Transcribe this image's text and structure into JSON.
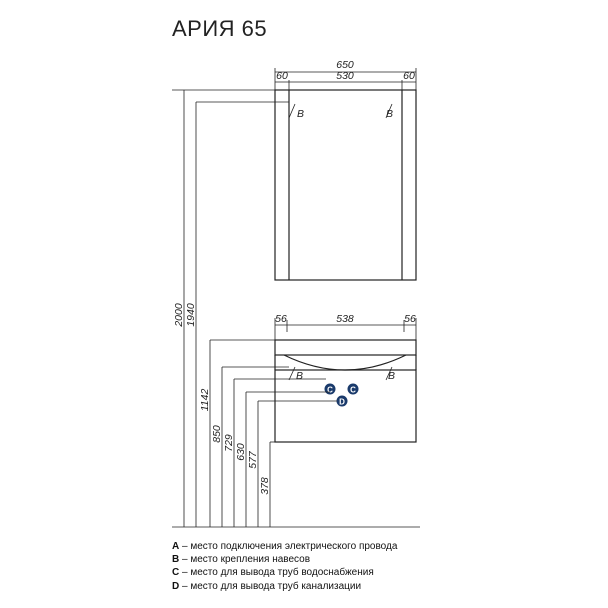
{
  "title": "АРИЯ 65",
  "mirror": {
    "width_total": "650",
    "width_side_left": "60",
    "width_inner": "530",
    "width_side_right": "60",
    "mount_left": "B",
    "mount_right": "B"
  },
  "basin": {
    "width_side_left": "56",
    "width_inner": "538",
    "width_side_right": "56",
    "mount_left": "B",
    "mount_right": "B",
    "point_c1": "C",
    "point_c2": "C",
    "point_d": "D"
  },
  "heights": [
    "2000",
    "1940",
    "1142",
    "850",
    "729",
    "630",
    "577",
    "378"
  ],
  "legend": [
    {
      "key": "A",
      "text": " – место подключения электрического провода"
    },
    {
      "key": "B",
      "text": " – место крепления навесов"
    },
    {
      "key": "C",
      "text": " – место для вывода труб водоснабжения"
    },
    {
      "key": "D",
      "text": " – место для вывода труб канализации"
    }
  ],
  "colors": {
    "line": "#222222",
    "point_fill": "#1a3a6b"
  }
}
